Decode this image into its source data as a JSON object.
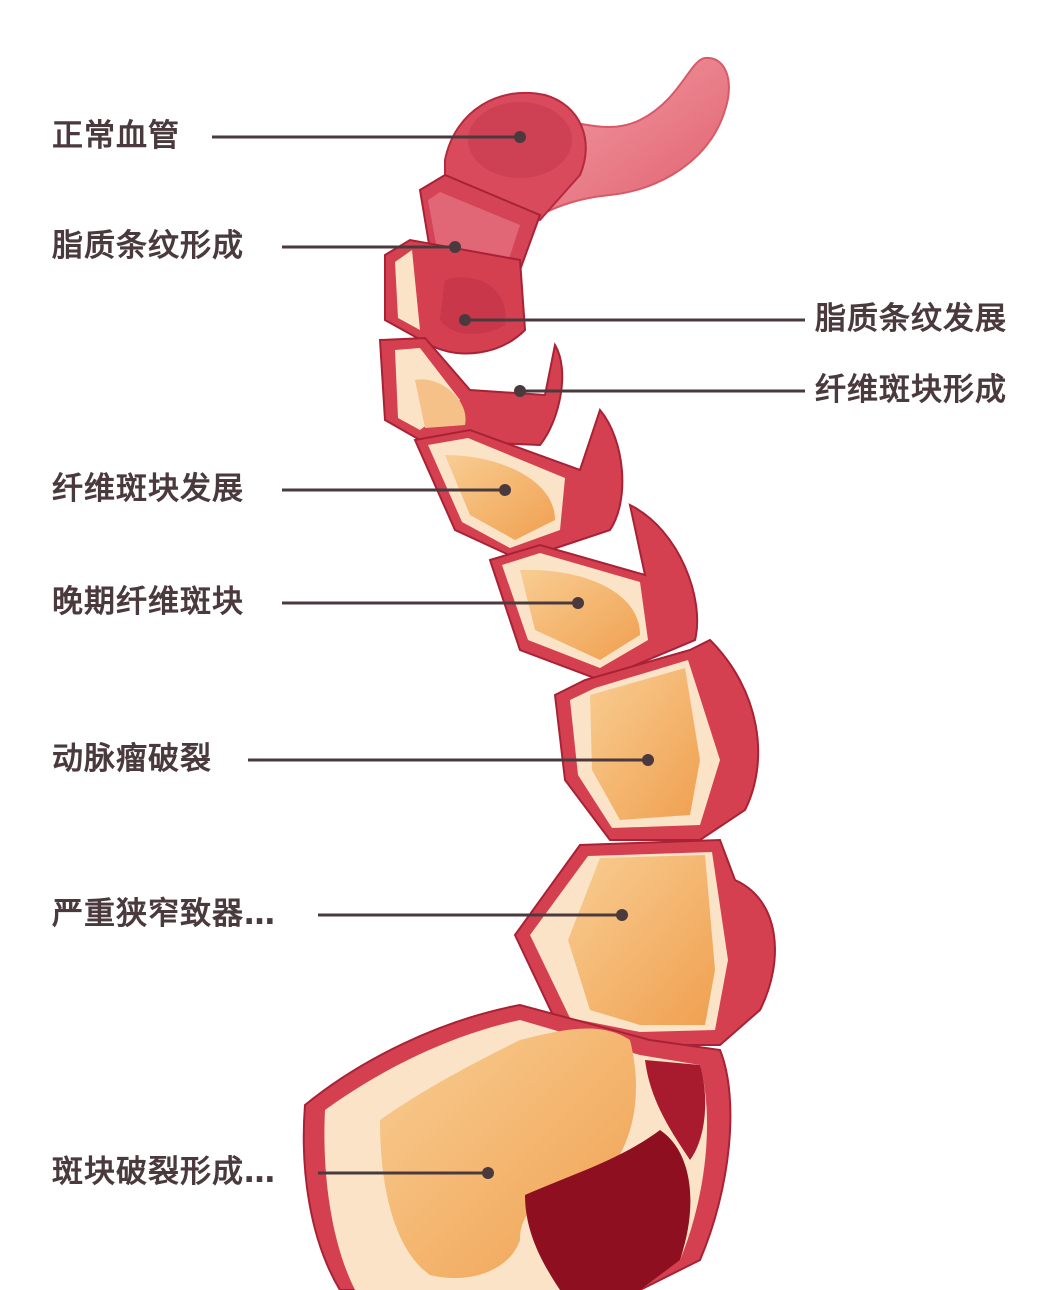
{
  "colors": {
    "wall": "#d94a5a",
    "wall_dark": "#b8283c",
    "wall_light": "#f28a98",
    "lumen": "#c8384a",
    "intima": "#fbe3c8",
    "plaque": "#f4b066",
    "plaque_light": "#f8cd92",
    "thrombus": "#8e1020",
    "leader": "#4a3a3e",
    "label_text": "#4a3a3e"
  },
  "labels": [
    {
      "id": "normal-vessel",
      "text": "正常血管",
      "side": "left"
    },
    {
      "id": "fatty-streak-formation",
      "text": "脂质条纹形成",
      "side": "left"
    },
    {
      "id": "fatty-streak-development",
      "text": "脂质条纹发展",
      "side": "right"
    },
    {
      "id": "fibrous-plaque-formation",
      "text": "纤维斑块形成",
      "side": "right"
    },
    {
      "id": "fibrous-plaque-development",
      "text": "纤维斑块发展",
      "side": "left"
    },
    {
      "id": "late-fibrous-plaque",
      "text": "晚期纤维斑块",
      "side": "left"
    },
    {
      "id": "atheroma-rupture",
      "text": "动脉瘤破裂",
      "side": "left"
    },
    {
      "id": "severe-stenosis",
      "text": "严重狭窄致器…",
      "side": "left"
    },
    {
      "id": "plaque-rupture-formation",
      "text": "斑块破裂形成…",
      "side": "left"
    }
  ]
}
